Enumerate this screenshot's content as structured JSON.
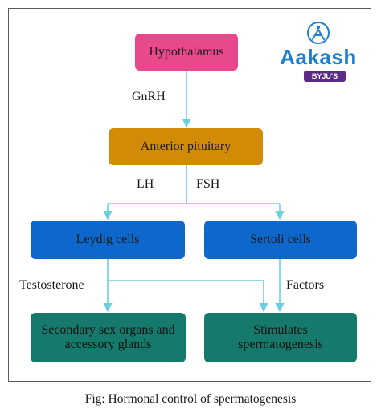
{
  "diagram": {
    "nodes": {
      "hypothalamus": "Hypothalamus",
      "anterior_pituitary": "Anterior pituitary",
      "leydig_cells": "Leydig cells",
      "sertoli_cells": "Sertoli cells",
      "secondary_sex_organs": "Secondary sex organs and accessory glands",
      "stimulates_spermatogenesis": "Stimulates spermatogenesis"
    },
    "edge_labels": {
      "gnrh": "GnRH",
      "lh": "LH",
      "fsh": "FSH",
      "testosterone": "Testosterone",
      "factors": "Factors"
    },
    "colors": {
      "hypothalamus": "#e8488c",
      "anterior_pituitary": "#d18b06",
      "cells": "#0e68cc",
      "outcomes": "#157a6b",
      "arrows": "#6ad0e0"
    }
  },
  "logo": {
    "word": "Aakash",
    "badge": "BYJU'S"
  },
  "caption": "Fig: Hormonal control of spermatogenesis"
}
